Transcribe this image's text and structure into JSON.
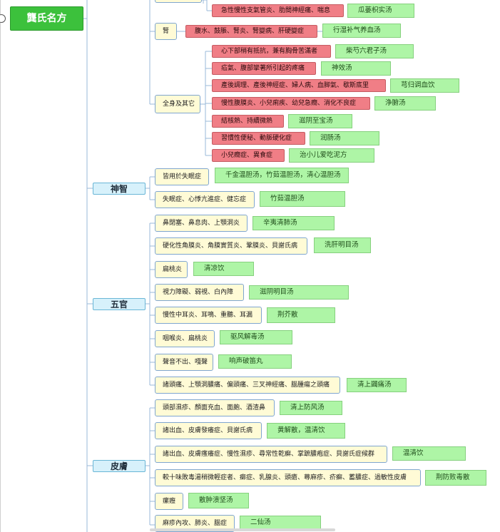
{
  "root": "龔氏名方",
  "categories": {
    "shenzhi": "神智",
    "wuguan": "五官",
    "pifu": "皮膚"
  },
  "top": {
    "cond1": "急性慢性支氣管炎、肋間神經痛、喘息",
    "rem1": "瓜蒌枳实汤"
  },
  "kidney": {
    "label": "腎",
    "cond": "腹水、鼓脹、腎炎、腎變病、肝硬變症",
    "rem": "行湿补气养血汤"
  },
  "whole": {
    "label": "全身及其它",
    "items": [
      {
        "cond": "心下部稍有抵抗，兼有胸骨苦滿者",
        "rem": "柴芍六君子汤"
      },
      {
        "cond": "疝氣、腹部攣著所引起的疼痛",
        "rem": "神效汤"
      },
      {
        "cond": "產後調理、產後神經症、婦人病、血脚氣、歇斯底里",
        "rem": "芎归调血饮"
      },
      {
        "cond": "慢性腹膜炎、小兒痢疾、幼兒急癇、消化不良症",
        "rem": "浄腑汤"
      },
      {
        "cond": "結核熱、持續微熱",
        "rem": "滋阴至宝汤"
      },
      {
        "cond": "習慣性便秘、動脈硬化症",
        "rem": "润肠汤"
      },
      {
        "cond": "小兒癇症、異食症",
        "rem": "治小儿爱吃泥方"
      }
    ]
  },
  "shenzhi_items": [
    {
      "cond": "皆用於失眠症",
      "rem": "千金温胆汤，竹茹温胆汤，清心温胆汤"
    },
    {
      "cond": "失眠症、心悸亢進症、健忘症",
      "rem": "竹茹温胆汤"
    }
  ],
  "wuguan_items": [
    {
      "cond": "鼻閉塞、鼻息肉、上顎洞炎",
      "rem": "辛夷清肺汤"
    },
    {
      "cond": "硬化性角膜炎、角膜實質炎、鞏膜炎、貝謝氏病",
      "rem": "洗肝明目汤"
    },
    {
      "cond": "扁桃炎",
      "rem": "清凉饮"
    },
    {
      "cond": "視力障礙、弱視、白內障",
      "rem": "滋阴明目汤"
    },
    {
      "cond": "慢性中耳炎、耳鳴、重聽、耳漏",
      "rem": "荆芥散"
    },
    {
      "cond": "咽喉炎、扁桃炎",
      "rem": "驱风解毒汤"
    },
    {
      "cond": "聲音不出、嘎聲",
      "rem": "响声破笛丸"
    },
    {
      "cond": "諸頭痛、上顎洞膿痛、偏頭痛、三叉神經痛、腦腫瘍之頭痛",
      "rem": "清上蠲痛汤"
    }
  ],
  "pifu_items": [
    {
      "cond": "頭部濕疹、顏面充血、面皰、酒渣鼻",
      "rem": "清上防风汤"
    },
    {
      "cond": "諸出血、皮膚發癢症、貝謝氏病",
      "rem": "黄解散，温清饮"
    },
    {
      "cond": "諸出血、皮膚瘙癢症、慢性濕疹、尋常性乾癬、掌蹠膿疱症、貝謝氏症候群",
      "rem": "温清饮"
    },
    {
      "cond": "較十味敗毒湯稍微輕症者、癤症、乳腺炎、頭瘡、蕁麻疹、疥癬、蓄膿症、過敏性皮膚",
      "rem": "荆防败毒散"
    },
    {
      "cond": "瘰癧",
      "rem": "散肿溃坚汤"
    },
    {
      "cond": "麻疹內攻、肺炎、腦症",
      "rem": "二仙汤"
    }
  ]
}
